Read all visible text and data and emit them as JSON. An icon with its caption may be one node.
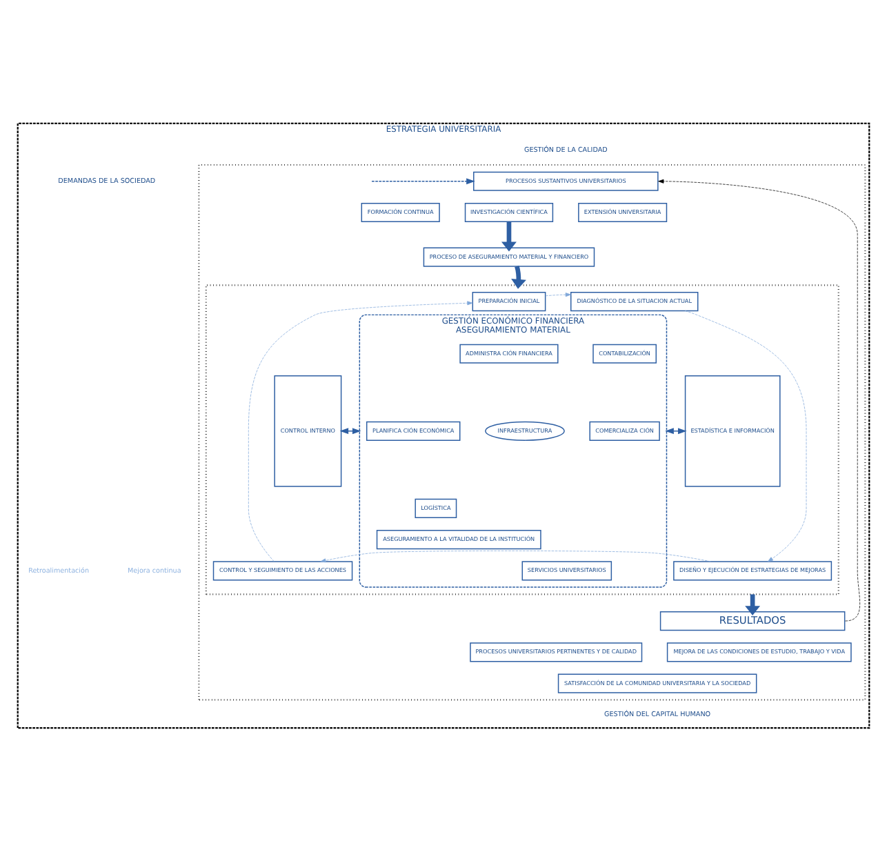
{
  "diagram": {
    "nodes": [
      {
        "text": [
          "ESTRATEGIA UNIVERSITARIA"
        ]
      },
      {
        "text": [],
        "shape": "box",
        "in": 0
      },
      {
        "text": [
          "PROCESOS SUSTANTIVOS UNIVERSITARIOS"
        ],
        "in": 1
      },
      {
        "text": [
          "FORMACIÓN CONTINUA"
        ],
        "in": 1
      },
      {
        "text": [
          "INVESTIGACIÓN CIENTÍFICA"
        ],
        "in": 1
      },
      {
        "text": [
          "EXTENSIÓN UNIVERSITARIA"
        ],
        "in": 1
      },
      {
        "text": [
          "PROCESO DE ASEGURAMIENTO MATERIAL Y FINANCIERO"
        ],
        "in": 1
      },
      {
        "text": [],
        "shape": "box",
        "in": 1
      },
      {
        "text": [
          "PREPARACIÓN INICIAL"
        ],
        "in": 7
      },
      {
        "text": [
          "DIAGNÓSTICO DE LA SITUACION ACTUAL"
        ],
        "in": 7
      },
      {
        "text": [
          "CONTROL INTERNO"
        ],
        "in": 7
      },
      {
        "text": [
          "GESTIÓN ECONÓMICO FINANCIERA",
          "ASEGURAMIENTO MATERIAL"
        ],
        "in": 7
      },
      {
        "text": [
          "ADMINISTRA CIÓN FINANCIERA"
        ],
        "in": 11
      },
      {
        "text": [
          "CONTABILIZACIÓN"
        ],
        "in": 11
      },
      {
        "text": [
          "PLANIFICA CIÓN ECONÓMICA"
        ],
        "in": 11
      },
      {
        "text": [
          "INFRAESTRUCTURA"
        ],
        "in": 11
      },
      {
        "text": [
          "COMERCIALIZA CIÓN"
        ],
        "in": 11
      },
      {
        "text": [
          "LOGÍSTICA"
        ],
        "in": 11
      },
      {
        "text": [
          "SERVICIOS UNIVERSITARIOS"
        ],
        "in": 11
      },
      {
        "text": [
          "ASEGURAMIENTO A LA VITALIDAD DE LA INSTITUCIÓN"
        ],
        "in": 11
      },
      {
        "text": [
          "ESTADÍSTICA E INFORMACIÓN"
        ],
        "in": 7
      },
      {
        "text": [
          "CONTROL Y SEGUIMIENTO DE LAS ACCIONES"
        ],
        "in": 7
      },
      {
        "text": [
          "DISEÑO Y EJECUCIÓN DE ESTRATEGIAS DE MEJORAS"
        ],
        "in": 7
      },
      {
        "text": [
          "RESULTADOS"
        ],
        "in": 1
      },
      {
        "text": [
          "PROCESOS UNIVERSITARIOS PERTINENTES Y DE CALIDAD"
        ],
        "in": 1
      },
      {
        "text": [
          "MEJORA DE LAS CONDICIONES DE ESTUDIO, TRABAJO Y VIDA"
        ],
        "in": 1
      },
      {
        "text": [
          "SATISFACCIÓN DE LA COMUNIDAD UNIVERSITARIA Y LA SOCIEDAD"
        ],
        "in": 1
      }
    ],
    "edges": [
      {
        "from": null,
        "to": 2,
        "arrow": "to",
        "style": "dashed"
      },
      {
        "from": 4,
        "to": 6,
        "arrow": "to",
        "style": "thick"
      },
      {
        "from": 6,
        "to": 7,
        "arrow": "to",
        "style": "thick"
      },
      {
        "from": 8,
        "to": 9,
        "arrow": "to",
        "style": "dashed",
        "color": "#7fa7d9"
      },
      {
        "from": 9,
        "to": 22,
        "arrow": "to",
        "style": "dashed",
        "color": "#7fa7d9"
      },
      {
        "from": 22,
        "to": 21,
        "arrow": "to",
        "style": "dashed",
        "color": "#7fa7d9"
      },
      {
        "from": 21,
        "to": 8,
        "arrow": "to",
        "style": "dashed",
        "color": "#7fa7d9"
      },
      {
        "from": 10,
        "to": 11,
        "arrow": "both"
      },
      {
        "from": 11,
        "to": 20,
        "arrow": "both"
      },
      {
        "from": 7,
        "to": 23,
        "arrow": "to",
        "style": "thick"
      },
      {
        "from": 23,
        "to": 2,
        "arrow": "to",
        "style": "dashed",
        "color": "#000000"
      }
    ],
    "labels": [
      "GESTIÓN DE LA CALIDAD",
      "DEMANDAS DE LA SOCIEDAD",
      "Mejora continua",
      "Retroalimentación",
      "GESTIÓN DEL CAPITAL HUMANO"
    ]
  }
}
